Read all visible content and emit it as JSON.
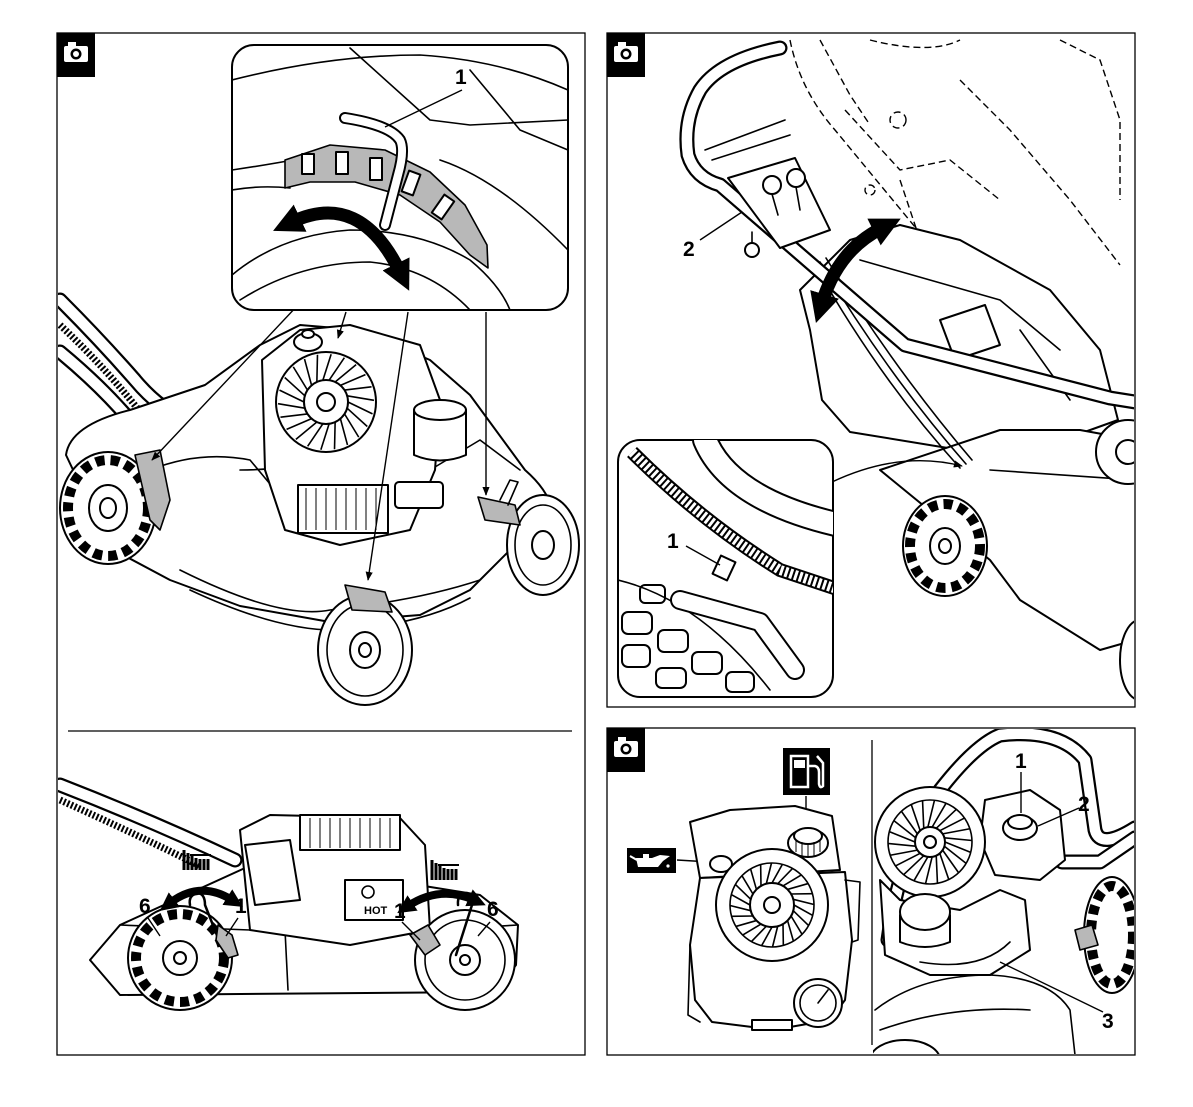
{
  "figure_a": {
    "inset_callout": "1",
    "side_callouts": [
      "6",
      "1",
      "1",
      "6"
    ],
    "engine_label": "HOT"
  },
  "figure_b": {
    "callouts": [
      "2",
      "1"
    ]
  },
  "figure_c": {
    "callouts": [
      "1",
      "2",
      "3"
    ]
  },
  "icons": {
    "photo": "camera-icon",
    "fuel": "fuel-pump-icon",
    "oil": "oil-can-icon",
    "height": "grass-height-icon"
  },
  "colors": {
    "line": "#000000",
    "paper": "#ffffff",
    "bracket": "#b8b8b8"
  }
}
